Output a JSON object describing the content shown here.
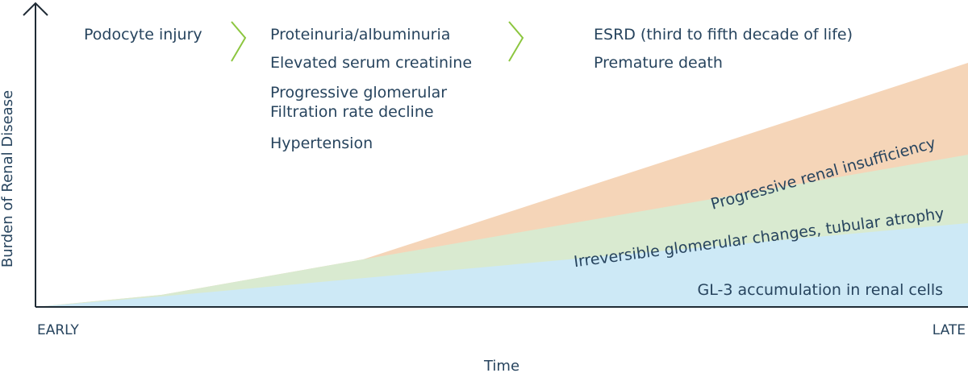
{
  "colors": {
    "text": "#27445e",
    "axis": "#1f2b35",
    "chevron": "#8cc63f",
    "band_insufficiency": "#f5d5b8",
    "band_glomerular": "#d9ead0",
    "band_accumulation": "#cde9f6"
  },
  "axes": {
    "y_title": "Burden of Renal Disease",
    "x_title": "Time",
    "x_start": "EARLY",
    "x_end": "LATE"
  },
  "stages": [
    {
      "items": [
        "Podocyte injury"
      ]
    },
    {
      "items": [
        "Proteinuria/albuminuria",
        "Elevated serum creatinine",
        "Progressive glomerular",
        "Filtration rate decline",
        "Hypertension"
      ]
    },
    {
      "items": [
        "ESRD (third to fifth decade of life)",
        "Premature death"
      ]
    }
  ],
  "bands": {
    "insufficiency": "Progressive renal insufficiency",
    "glomerular": "Irreversible glomerular changes, tubular atrophy",
    "accumulation": "GL-3 accumulation in renal cells"
  },
  "icons": [
    "chevron-right-icon",
    "chevron-right-icon"
  ]
}
